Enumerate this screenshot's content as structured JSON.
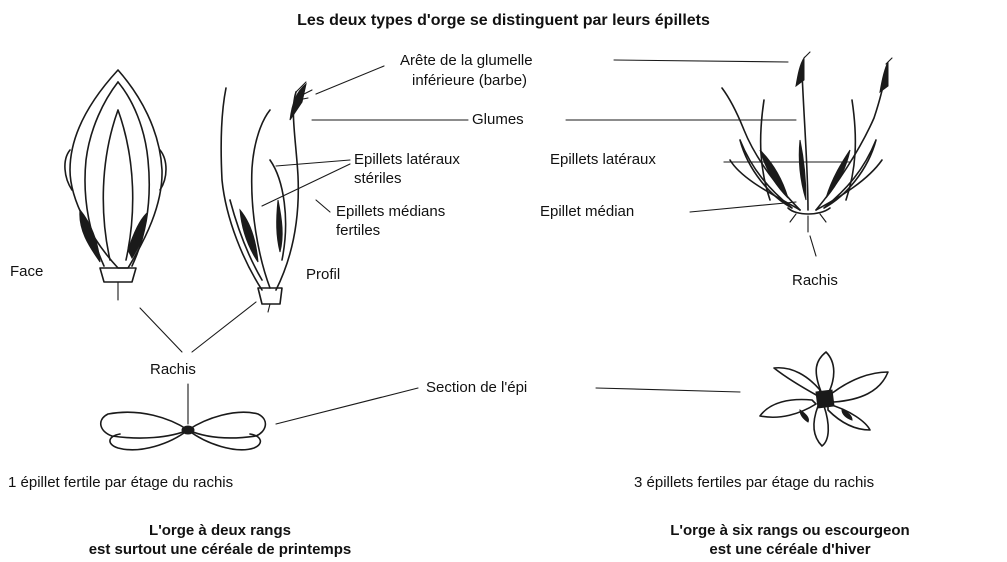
{
  "title": "Les deux types d'orge se distinguent par leurs épillets",
  "labels": {
    "arete_line1": "Arête de la glumelle",
    "arete_line2": "inférieure (barbe)",
    "glumes": "Glumes",
    "lat_steriles_line1": "Epillets latéraux",
    "lat_steriles_line2": "stériles",
    "medians_line1": "Epillets médians",
    "medians_line2": "fertiles",
    "lat_right": "Epillets latéraux",
    "median_right": "Epillet médian",
    "face": "Face",
    "profil": "Profil",
    "rachis_left": "Rachis",
    "rachis_right": "Rachis",
    "section": "Section de l'épi"
  },
  "two_row": {
    "caption": "1 épillet fertile par étage du rachis",
    "summary_line1": "L'orge à deux rangs",
    "summary_line2": "est surtout une céréale de printemps"
  },
  "six_row": {
    "caption": "3 épillets fertiles par étage du rachis",
    "summary_line1": "L'orge à six rangs ou escourgeon",
    "summary_line2": "est une céréale d'hiver"
  }
}
